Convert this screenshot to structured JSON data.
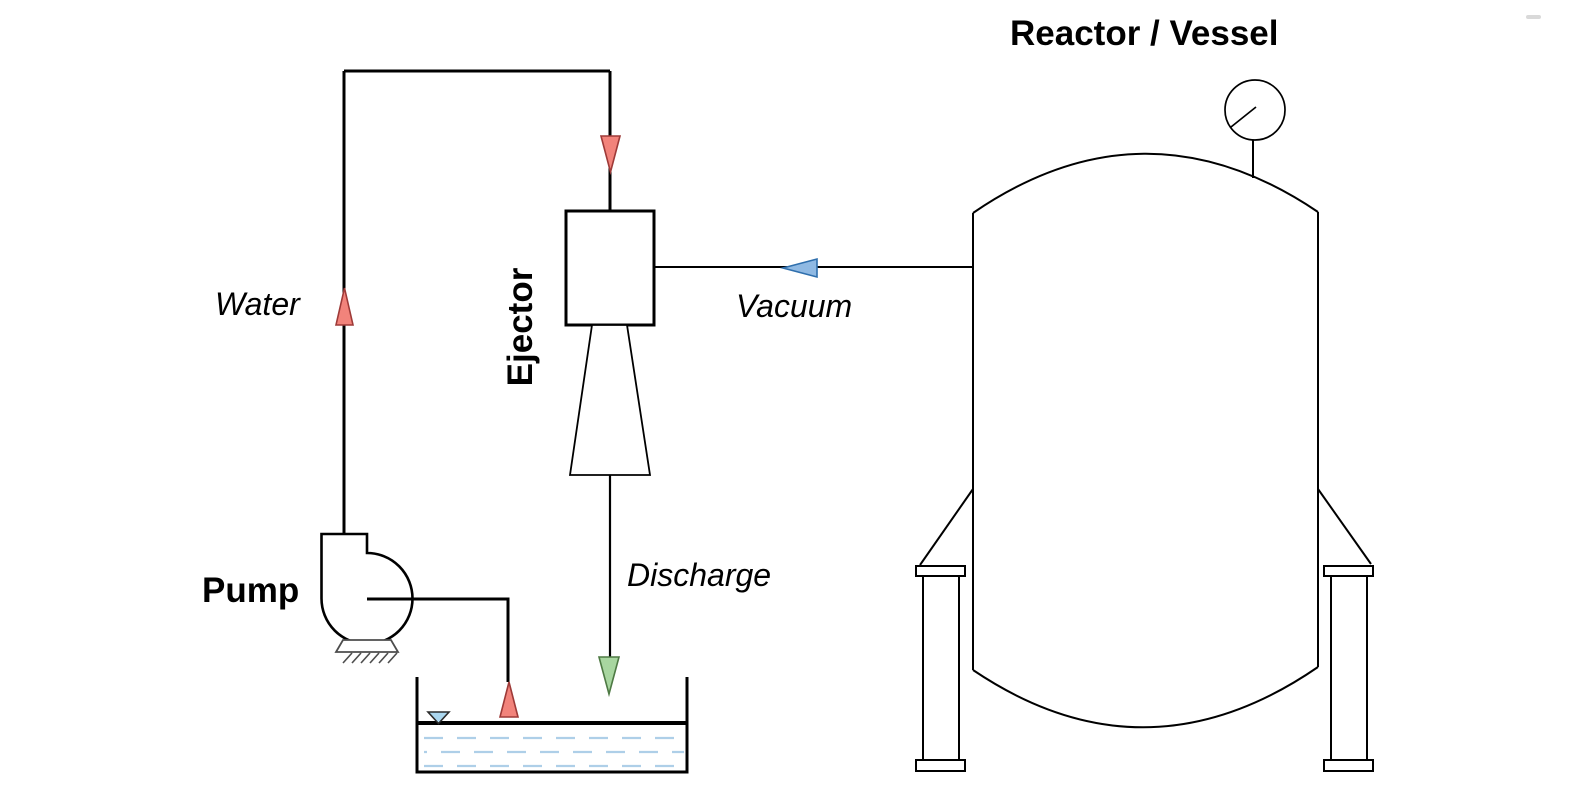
{
  "diagram": {
    "labels": {
      "reactor": "Reactor / Vessel",
      "ejector": "Ejector",
      "pump": "Pump",
      "water": "Water",
      "vacuum": "Vacuum",
      "discharge": "Discharge"
    },
    "colors": {
      "line": "#000000",
      "red_arrow_fill": "#F2837B",
      "red_arrow_stroke": "#9E3A38",
      "green_arrow_fill": "#A8D6A0",
      "green_arrow_stroke": "#4E7A44",
      "blue_arrow_fill": "#8FB9E3",
      "blue_arrow_stroke": "#2F6FAD",
      "level_marker_fill": "#ABD7EF",
      "water_dash": "#AECFE8",
      "smudge": "#d9d9d9"
    },
    "components": [
      {
        "name": "reactor-vessel",
        "symbol": "vertical vessel with dished heads, two legs and pressure gauge"
      },
      {
        "name": "pressure-gauge",
        "symbol": "circle with needle on stem"
      },
      {
        "name": "ejector",
        "symbol": "rectangular body with diffuser cone"
      },
      {
        "name": "pump",
        "symbol": "centrifugal pump circle with volute and hatched foot"
      },
      {
        "name": "water-tank",
        "symbol": "open tank with water surface and dashed fill"
      }
    ],
    "arrows": [
      {
        "name": "ejector-motive-inlet-arrow",
        "direction": "down",
        "color": "red"
      },
      {
        "name": "water-riser-arrow",
        "direction": "up",
        "color": "red"
      },
      {
        "name": "pump-suction-arrow",
        "direction": "up",
        "color": "red"
      },
      {
        "name": "vacuum-flow-arrow",
        "direction": "left",
        "color": "blue"
      },
      {
        "name": "discharge-flow-arrow",
        "direction": "down",
        "color": "green"
      },
      {
        "name": "water-level-marker",
        "direction": "down",
        "color": "light-blue"
      }
    ]
  }
}
